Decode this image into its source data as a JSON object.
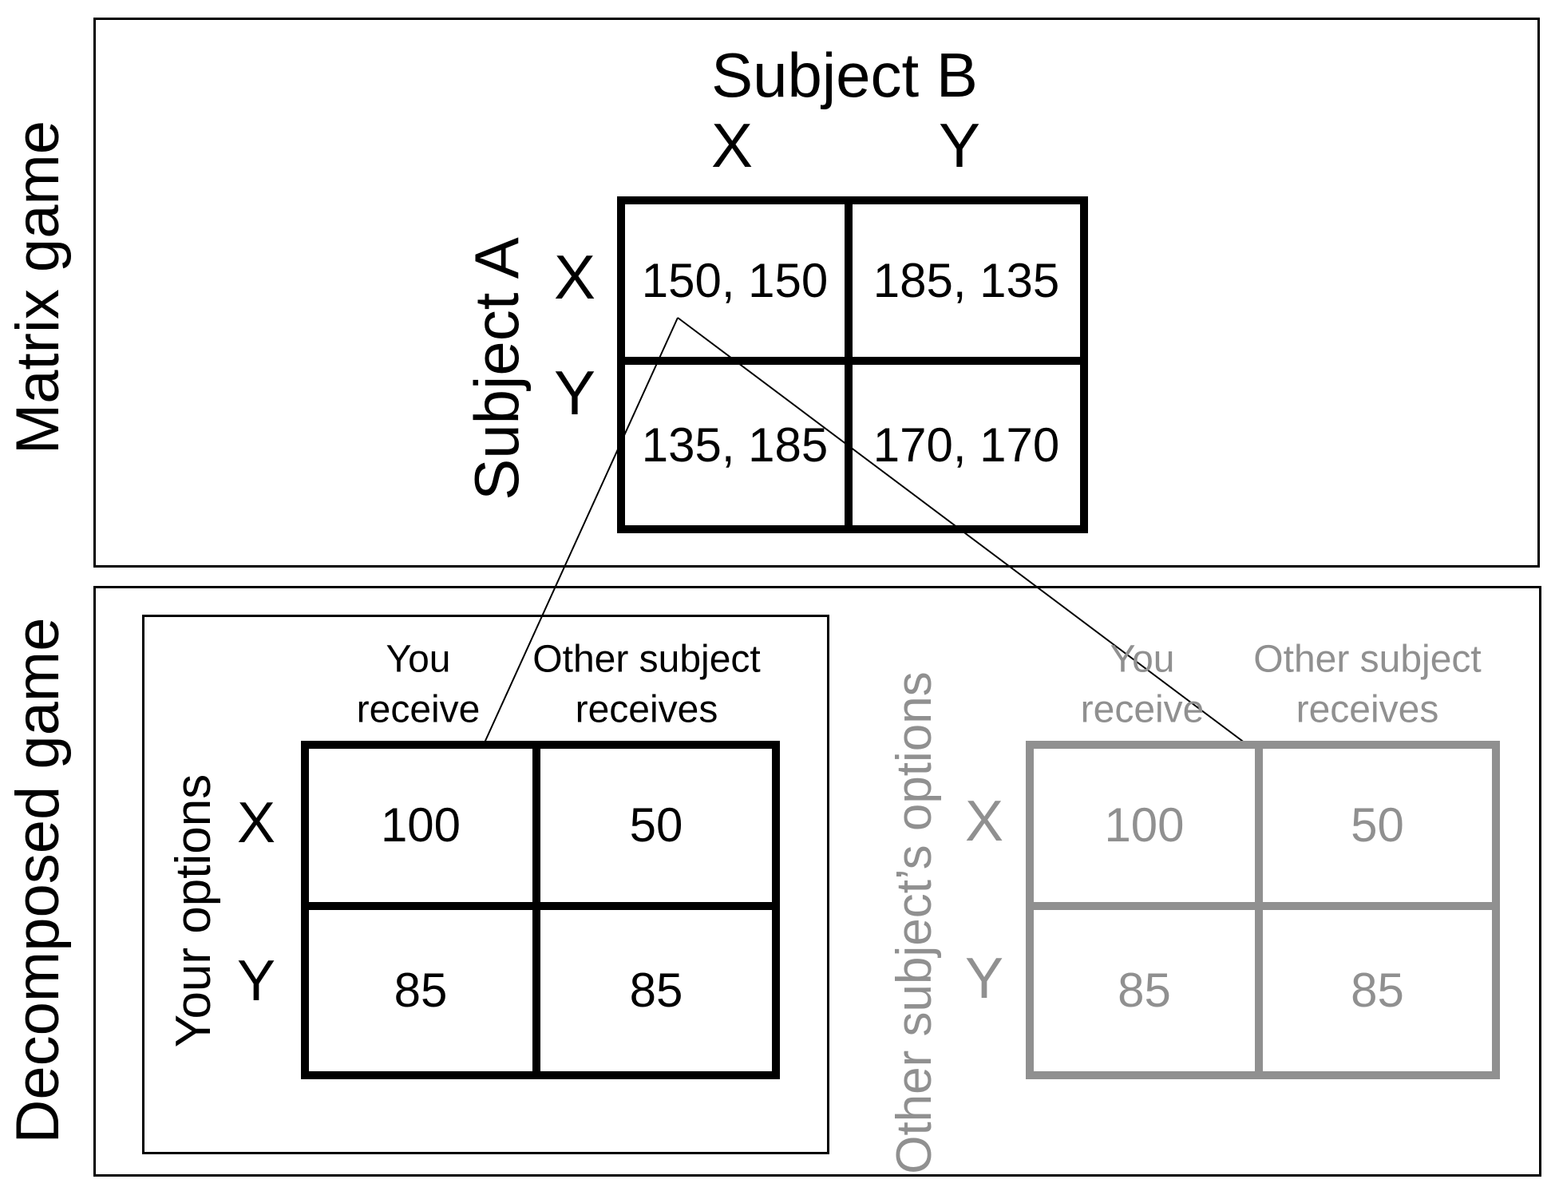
{
  "colors": {
    "black": "#000000",
    "gray": "#909090"
  },
  "panels": {
    "matrix": {
      "label": "Matrix game"
    },
    "decomposed": {
      "label": "Decomposed game"
    }
  },
  "matrix_game": {
    "title": "Subject B",
    "row_player": "Subject A",
    "col_options": [
      "X",
      "Y"
    ],
    "row_options": [
      "X",
      "Y"
    ],
    "cells": [
      [
        "150, 150",
        "185, 135"
      ],
      [
        "135, 185",
        "170, 170"
      ]
    ]
  },
  "decomposed_game": {
    "headers": {
      "col1": [
        "You",
        "receive"
      ],
      "col2": [
        "Other subject",
        "receives"
      ]
    },
    "own": {
      "axis_label": "Your options",
      "row_options": [
        "X",
        "Y"
      ],
      "cells": [
        [
          "100",
          "50"
        ],
        [
          "85",
          "85"
        ]
      ]
    },
    "other": {
      "axis_label": "Other subject’s options",
      "row_options": [
        "X",
        "Y"
      ],
      "cells": [
        [
          "100",
          "50"
        ],
        [
          "85",
          "85"
        ]
      ]
    }
  },
  "arrows": [
    {
      "from": "matrix-cell-XX",
      "to": "own-game-you-receive-100"
    },
    {
      "from": "matrix-cell-XX",
      "to": "other-game-other-receives-50"
    }
  ]
}
